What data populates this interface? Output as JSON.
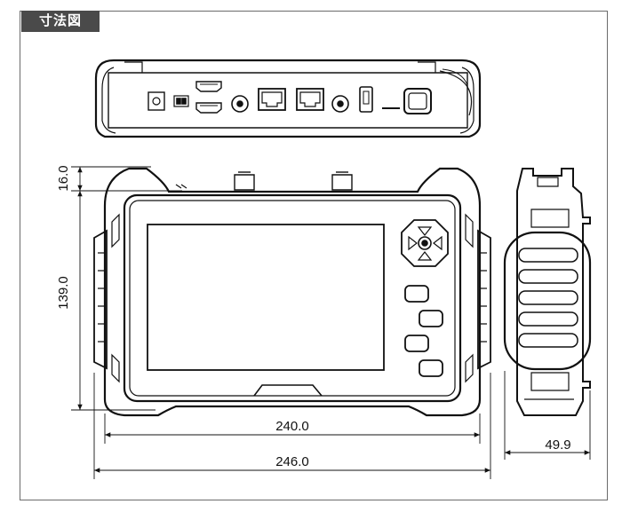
{
  "header": {
    "title": "寸法図"
  },
  "dimensions": {
    "top_offset": "16.0",
    "height": "139.0",
    "screen_width": "240.0",
    "overall_width": "246.0",
    "depth": "49.9"
  }
}
